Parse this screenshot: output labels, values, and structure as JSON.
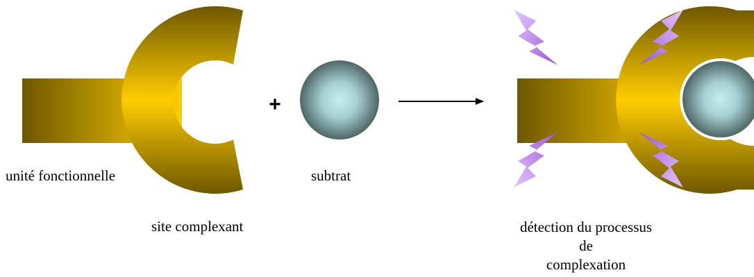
{
  "diagram": {
    "plus_sign": "+",
    "labels": {
      "functional_unit": "unité fonctionnelle",
      "complexing_site": "site complexant",
      "substrate": "subtrat",
      "detection_line1": "détection du processus",
      "detection_line2": "de",
      "detection_line3": "complexation"
    },
    "colors": {
      "gold_light": "#ffcc00",
      "gold_dark": "#6e5800",
      "sphere_light": "#c4eef0",
      "sphere_dark": "#4f6666",
      "lightning_light": "#d8b0f8",
      "lightning_dark": "#9a55d0",
      "arrow": "#000000"
    },
    "icons": [
      "receptor-shape",
      "substrate-sphere",
      "reaction-arrow",
      "lightning-bolt-icon"
    ]
  }
}
